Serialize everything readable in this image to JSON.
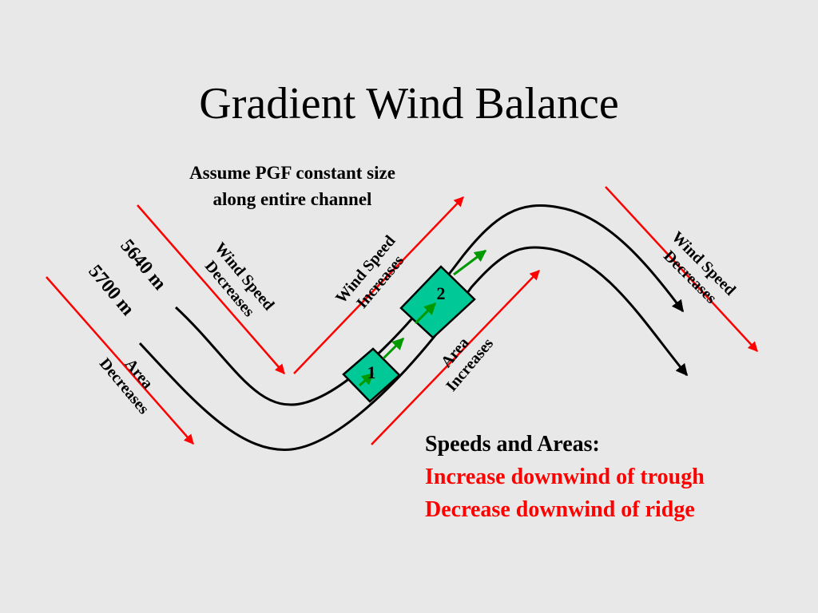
{
  "title": "Gradient Wind Balance",
  "assumption": [
    "Assume PGF constant size",
    "along entire channel"
  ],
  "contours": [
    "5640 m",
    "5700 m"
  ],
  "annotations": {
    "left_wind": [
      "Wind Speed",
      "Decreases"
    ],
    "left_area": [
      "Area",
      "Decreases"
    ],
    "mid_wind": [
      "Wind Speed",
      "Increases"
    ],
    "mid_area": [
      "Area",
      "Increases"
    ],
    "right_wind": [
      "Wind Speed",
      "Decreases"
    ]
  },
  "parcels": [
    "1",
    "2"
  ],
  "summary": {
    "heading": "Speeds and Areas:",
    "line1": "Increase downwind of trough",
    "line2": "Decrease downwind of ridge"
  },
  "colors": {
    "red": "#ff0000",
    "green": "#009900",
    "parcel_fill": "#00c896",
    "background": "#e8e8e8"
  }
}
